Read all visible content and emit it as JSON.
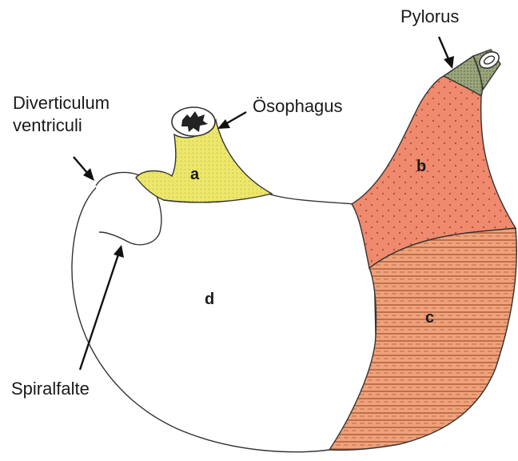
{
  "labels": {
    "pylorus": "Pylorus",
    "oesophagus": "Ösophagus",
    "diverticulum_line1": "Diverticulum",
    "diverticulum_line2": "ventriculi",
    "spiralfalte": "Spiralfalte"
  },
  "regions": {
    "a": "a",
    "b": "b",
    "c": "c",
    "d": "d"
  },
  "colors": {
    "region_a": "#ece76a",
    "region_b": "#ef8a6e",
    "region_c": "#f0a27a",
    "region_c_stripe": "#b0643e",
    "region_d": "#ffffff",
    "pylorus_ring": "#9aa57c",
    "outline": "#333333"
  }
}
